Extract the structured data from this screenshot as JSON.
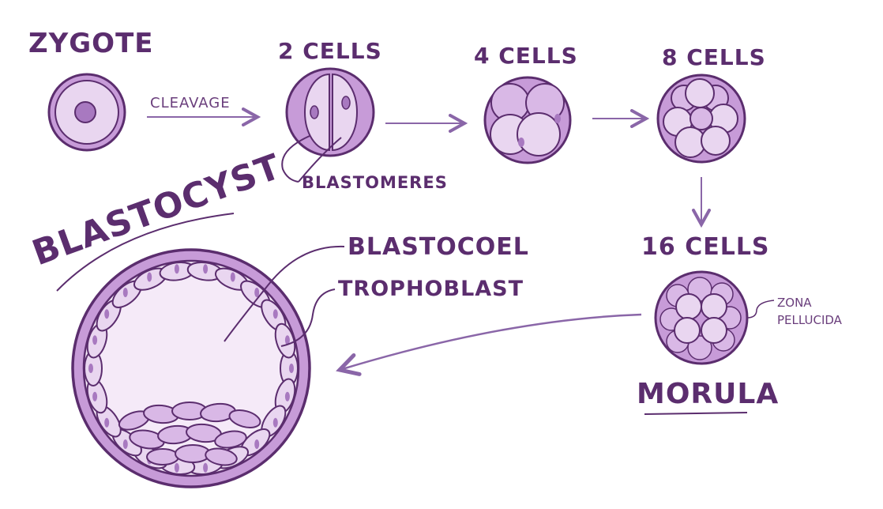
{
  "colors": {
    "outline": "#5b2d6e",
    "cellFill": "#e9d6f0",
    "cellFillDark": "#d9b8e6",
    "zona": "#c79bd8",
    "nucleus": "#a879c0",
    "cavity": "#f5eaf8",
    "arrow": "#8a66a8"
  },
  "stages": {
    "zygote": "ZYGOTE",
    "two": "2 CELLS",
    "four": "4 CELLS",
    "eight": "8 CELLS",
    "sixteen": "16 CELLS",
    "morula": "MORULA",
    "blastocyst": "BLASTOCYST"
  },
  "labels": {
    "cleavage": "CLEAVAGE",
    "blastomeres": "BLASTOMERES",
    "blastocoel": "BLASTOCOEL",
    "trophoblast": "TROPHOBLAST",
    "zona_line1": "ZONA",
    "zona_line2": "PELLUCIDA"
  }
}
